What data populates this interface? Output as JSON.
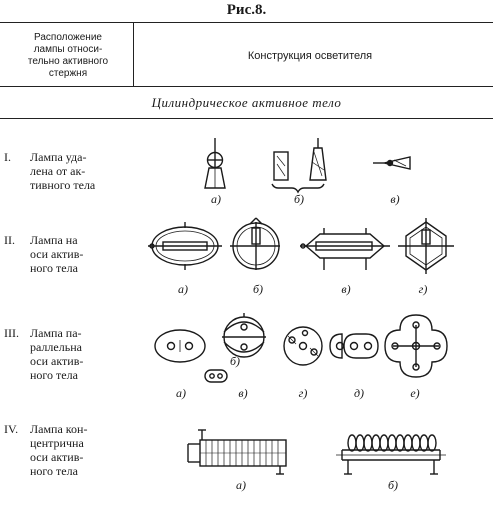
{
  "figure_title": "Рис.8.",
  "header": {
    "left": [
      "Расположение",
      "лампы относи-",
      "тельно активного",
      "стержня"
    ],
    "right": "Конструкция осветителя"
  },
  "section_title": "Цилиндрическое активное тело",
  "rows": [
    {
      "num": "I.",
      "lines": [
        "Лампа уда-",
        "лена от ак-",
        "тивного тела"
      ],
      "labels": [
        "а)",
        "б)",
        "в)"
      ]
    },
    {
      "num": "II.",
      "lines": [
        "Лампа на",
        "оси актив-",
        "ного тела"
      ],
      "labels": [
        "а)",
        "б)",
        "в)",
        "г)"
      ]
    },
    {
      "num": "III.",
      "lines": [
        "Лампа па-",
        "раллельна",
        "оси актив-",
        "ного тела"
      ],
      "labels": [
        "а)",
        "б)",
        "в)",
        "г)",
        "д)",
        "е)"
      ]
    },
    {
      "num": "IV.",
      "lines": [
        "Лампа кон-",
        "центрична",
        "оси актив-",
        "ного тела"
      ],
      "labels": [
        "а)",
        "б)"
      ]
    }
  ]
}
